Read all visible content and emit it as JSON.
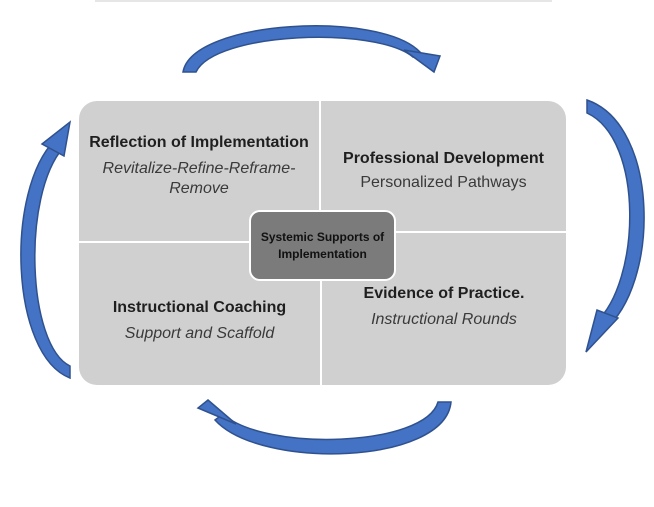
{
  "quadrants": {
    "top_left": {
      "title": "Reflection of Implementation",
      "subtitle": "Revitalize-Refine-Reframe-Remove"
    },
    "top_right": {
      "title": "Professional Development",
      "subtitle": "Personalized Pathways"
    },
    "bottom_left": {
      "title": "Instructional Coaching",
      "subtitle": "Support and Scaffold"
    },
    "bottom_right": {
      "title": "Evidence of Practice.",
      "subtitle": "Instructional Rounds"
    }
  },
  "center": {
    "label": "Systemic Supports of Implementation"
  },
  "colors": {
    "quadrant_fill": "#d0d0d0",
    "center_fill": "#7b7b7b",
    "arrow_blue": "#4472c4",
    "arrow_dark": "#2f528f"
  }
}
